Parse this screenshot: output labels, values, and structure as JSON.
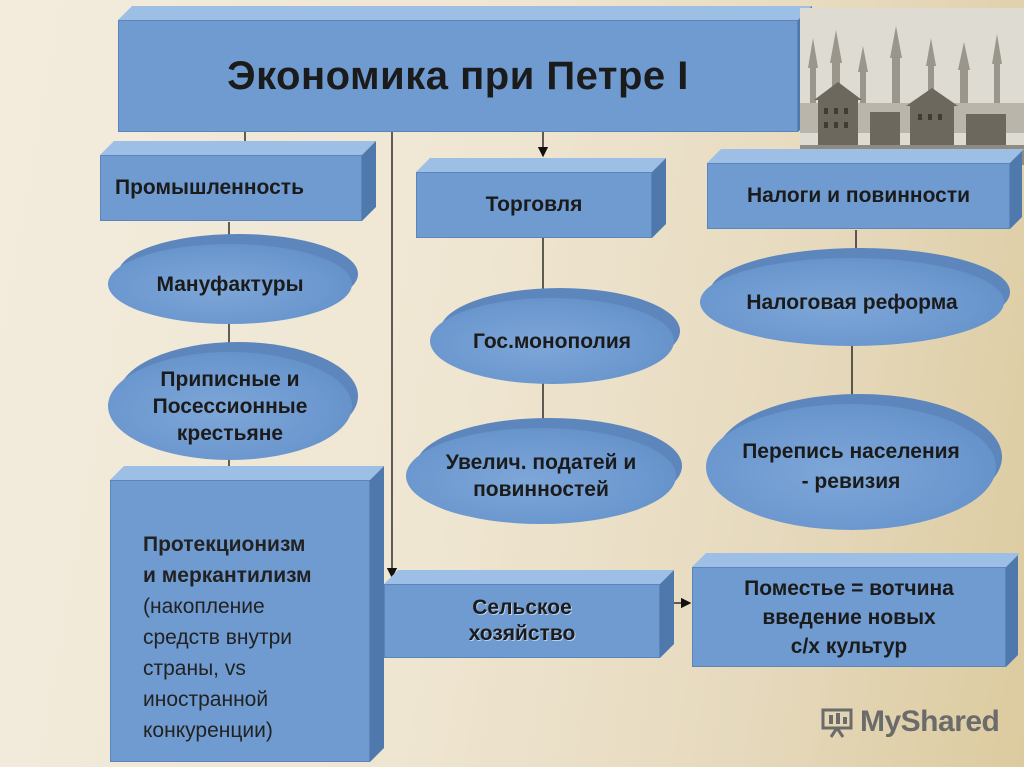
{
  "title": "Экономика при Петре I",
  "columns": {
    "industry": {
      "header": "Промышленность",
      "manufactories": "Мануфактуры",
      "peasants": [
        "Приписные и",
        "Посессионные",
        "крестьяне"
      ],
      "protectionism": {
        "bold_lines": [
          "Протекционизм",
          "и меркантилизм"
        ],
        "lines": [
          "(накопление",
          "средств внутри",
          "страны,  vs",
          "иностранной",
          "конкуренции)"
        ]
      }
    },
    "trade": {
      "header": "Торговля",
      "monopoly": "Гос.монополия",
      "taxes_increase": [
        "Увелич. податей и",
        "повинностей"
      ]
    },
    "taxes": {
      "header": "Налоги и повинности",
      "reform": "Налоговая реформа",
      "census": [
        "Перепись населения",
        "- ревизия"
      ]
    }
  },
  "agriculture": {
    "label": [
      "Сельское",
      "хозяйство"
    ],
    "result": [
      "Поместье = вотчина",
      "введение новых",
      "с/х культур"
    ]
  },
  "watermark": "MyShared",
  "colors": {
    "box_face": "#6f9bd1",
    "box_top": "#9dbfe6",
    "box_side": "#4f79ad",
    "background": "#efe6d2"
  }
}
